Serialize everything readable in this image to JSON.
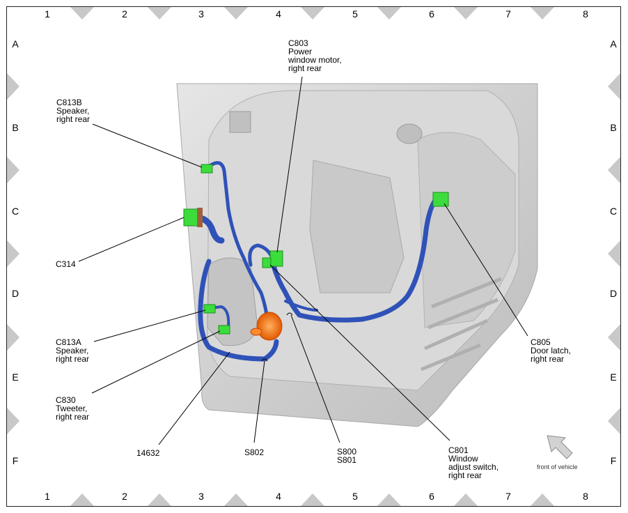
{
  "grid": {
    "columns": [
      "1",
      "2",
      "3",
      "4",
      "5",
      "6",
      "7",
      "8"
    ],
    "rows": [
      "A",
      "B",
      "C",
      "D",
      "E",
      "F"
    ]
  },
  "callouts": {
    "c803": "C803\nPower\nwindow motor,\nright rear",
    "c813b": "C813B\nSpeaker,\nright rear",
    "c314": "C314",
    "c813a": "C813A\nSpeaker,\nright rear",
    "c830": "C830\nTweeter,\nright rear",
    "n14632": "14632",
    "s802": "S802",
    "s800_s801": "S800\nS801",
    "c801": "C801\nWindow\nadjust switch,\nright rear",
    "c805": "C805\nDoor latch,\nright rear"
  },
  "orientation": {
    "label": "front of vehicle",
    "icon": "arrow-up-left-icon"
  },
  "colors": {
    "harness": "#2f52b8",
    "connector": "#3cdc3c",
    "grommet": "#ff7a1a",
    "door_panel": "#d4d4d4",
    "marker": "#c8c8c8"
  }
}
